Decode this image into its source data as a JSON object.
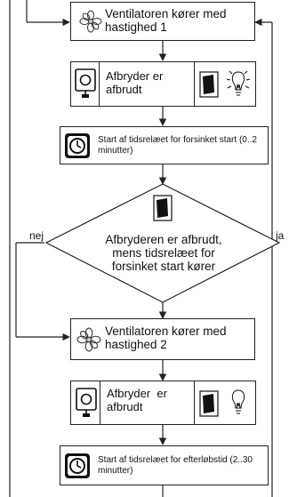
{
  "steps": {
    "fan_speed_1": "Ventilatoren kører med hastighed 1",
    "switch_off_1": "Afbryder er afbrudt",
    "timer_delayed_start": "Start af tidsrelæet for forsinket start (0..2 minutter)",
    "fan_speed_2": "Ventilatoren kører med hastighed 2",
    "switch_off_2": "Afbryder  er afbrudt",
    "timer_overrun": "Start af tidsrelæet for efterløbstid (2..30 minutter)"
  },
  "decision": {
    "text": "Afbryderen er afbrudt, mens tidsrelæet for forsinket start kører",
    "no_label": "nej",
    "yes_label": "ja"
  },
  "icons": [
    "fan-icon",
    "wall-switch-icon",
    "light-bulb-icon",
    "timer-relay-icon"
  ]
}
